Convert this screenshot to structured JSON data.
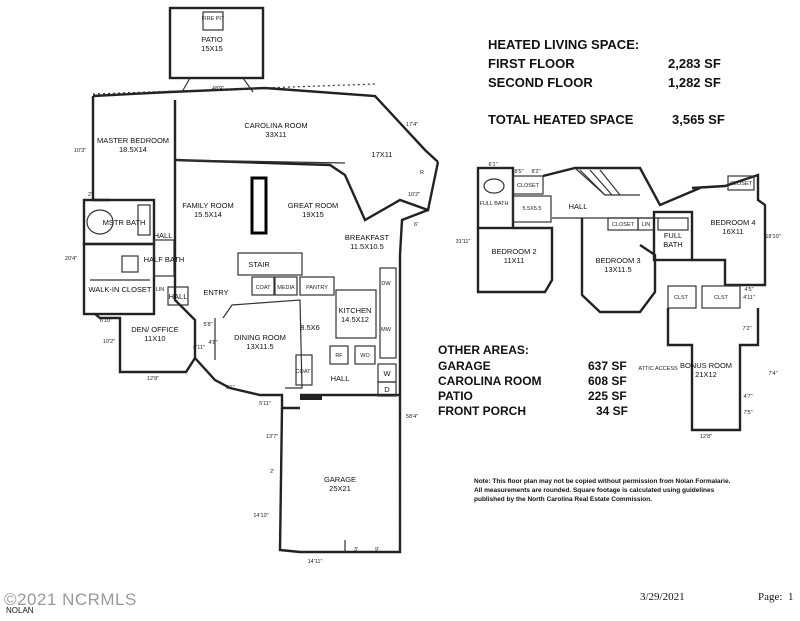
{
  "heated": {
    "title": "HEATED LIVING SPACE:",
    "first_label": "FIRST FLOOR",
    "first_value": "2,283 SF",
    "second_label": "SECOND FLOOR",
    "second_value": "1,282 SF",
    "total_label": "TOTAL HEATED SPACE",
    "total_value": "3,565 SF"
  },
  "other": {
    "title": "OTHER AREAS:",
    "rows": [
      {
        "label": "GARAGE",
        "value": "637 SF"
      },
      {
        "label": "CAROLINA ROOM",
        "value": "608 SF"
      },
      {
        "label": "PATIO",
        "value": "225 SF"
      },
      {
        "label": "FRONT PORCH",
        "value": "34 SF"
      }
    ]
  },
  "note": "Note: This floor plan may not be copied without permission from Nolan Formalarie. All measurements are rounded. Square footage is calculated using guidelines published by the North Carolina Real Estate Commission.",
  "footer": {
    "watermark": "©2021 NCRMLS",
    "brand": "NOLAN",
    "date": "3/29/2021",
    "page": "Page:  1"
  },
  "first_floor": {
    "patio": {
      "name": "PATIO",
      "size": "15X15",
      "fire": "FIRE PIT"
    },
    "carolina": {
      "name": "CAROLINA ROOM",
      "size": "33X11"
    },
    "master": {
      "name": "MASTER BEDROOM",
      "size": "18.5X14"
    },
    "mstr_bath": "MSTR BATH",
    "hall": "HALL",
    "half_bath": "HALF BATH",
    "walkin": "WALK-IN CLOSET",
    "lin": "LIN",
    "den": {
      "name": "DEN/ OFFICE",
      "size": "11X10"
    },
    "family": {
      "name": "FAMILY ROOM",
      "size": "15.5X14"
    },
    "great": {
      "name": "GREAT ROOM",
      "size": "19X15"
    },
    "room17": "17X11",
    "breakfast": {
      "name": "BREAKFAST",
      "size": "11.5X10.5"
    },
    "kitchen": {
      "name": "KITCHEN",
      "size": "14.5X12"
    },
    "entry": "ENTRY",
    "stair": "STAIR",
    "coat": "COAT",
    "pantry": "PANTRY",
    "media": "MEDIA",
    "dining": {
      "name": "DINING ROOM",
      "size": "13X11.5"
    },
    "size85": "8.5X6",
    "rf": "RF",
    "wo": "WO",
    "d": "D",
    "w": "W",
    "dw": "DW",
    "mw": "MW",
    "r": "R",
    "fireplace": "FIREPLACE",
    "garage": {
      "name": "GARAGE",
      "size": "25X21"
    },
    "dims": [
      "48'9\"",
      "17'4\"",
      "10'3\"",
      "20'4\"",
      "6'10\"",
      "10'2\"",
      "12'8\"",
      "5'8\"",
      "4'8\"",
      "8'11\"",
      "6'1\"",
      "5'11\"",
      "10'2\"",
      "6'",
      "13'7\"",
      "58'4\"",
      "14'10\"",
      "14'11\"",
      "3'",
      "9'",
      "2'",
      "2'"
    ]
  },
  "second_floor": {
    "full_bath": "FULL BATH",
    "closet": "CLOSET",
    "size55": "5.5X5.5",
    "hall": "HALL",
    "bedroom2": {
      "name": "BEDROOM 2",
      "size": "11X11"
    },
    "bedroom3": {
      "name": "BEDROOM 3",
      "size": "13X11.5"
    },
    "bedroom4": {
      "name": "BEDROOM 4",
      "size": "16X11"
    },
    "full_bath2": "FULL BATH",
    "closet2": "CLOSET",
    "lin": "LIN",
    "closet3": "CLOSET",
    "clst1": "CLST",
    "clst2": "CLST",
    "bonus": {
      "name": "BONUS ROOM",
      "size": "21X12"
    },
    "attic": "ATTIC ACCESS",
    "dims": [
      "6'1\"",
      "8'5\"",
      "8'2\"",
      "31'11\"",
      "18'10\"",
      "4'5\"",
      "4'11\"",
      "7'2\"",
      "7'4\"",
      "4'7\"",
      "7'5\"",
      "12'8\""
    ]
  }
}
